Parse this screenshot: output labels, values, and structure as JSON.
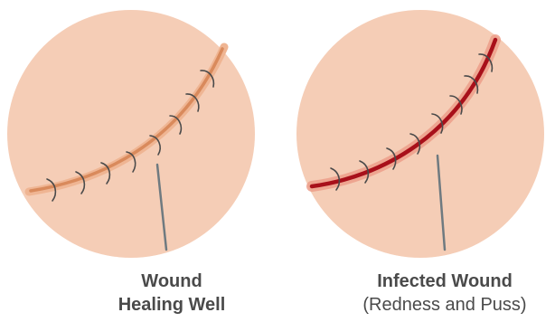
{
  "colors": {
    "skin": "#f5cdb6",
    "healthy_wound_outer": "#eeb08f",
    "healthy_wound_core": "#d98a5c",
    "infected_halo": "#ea9a88",
    "infected_wound_core": "#a8101a",
    "stitch": "#4a4a4a",
    "pointer_line": "#6f7a80",
    "caption_text": "#4a4a4a"
  },
  "panels": [
    {
      "id": "healing",
      "caption_line1": "Wound",
      "caption_line2": "Healing Well",
      "state": "healing"
    },
    {
      "id": "infected",
      "caption_line1": "Infected Wound",
      "caption_line2": "(Redness and Puss)",
      "state": "infected"
    }
  ]
}
